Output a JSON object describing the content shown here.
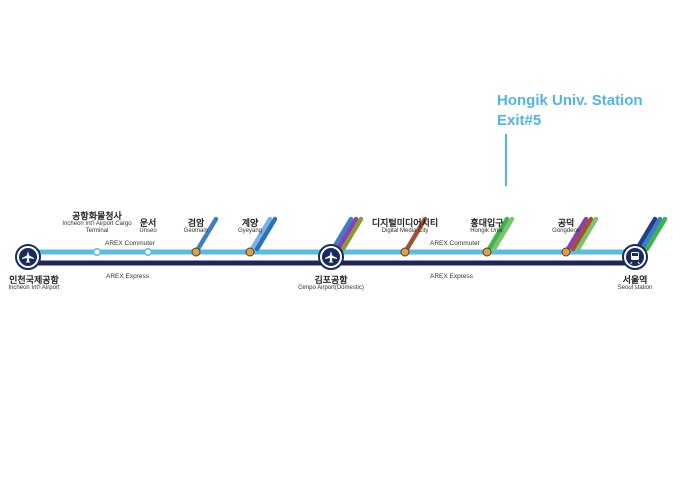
{
  "callout": {
    "title": "Hongik Univ. Station",
    "subtitle": "Exit#5",
    "color": "#4fb6e6"
  },
  "services": {
    "commuter": "AREX Commuter",
    "express": "AREX Express"
  },
  "colors": {
    "commuter_line": "#5bbbe8",
    "express_line": "#1f2559",
    "terminal": "#1b2a5e"
  },
  "stations": [
    {
      "id": "incheon",
      "ko": "인천국제공항",
      "en": "Incheon Int'l Airport",
      "icon": "airplane-icon",
      "terminal": true,
      "label_pos": "below",
      "transfers": []
    },
    {
      "id": "cargo",
      "ko": "공항화물청사",
      "en": "Incheon Int'l Airport Cargo Terminal",
      "label_pos": "above",
      "transfers": []
    },
    {
      "id": "unseo",
      "ko": "운서",
      "en": "Unseo",
      "label_pos": "above",
      "transfers": []
    },
    {
      "id": "geomam",
      "ko": "검암",
      "en": "Geomam",
      "label_pos": "above",
      "transfers": [
        {
          "color": "#3c7fc4"
        }
      ]
    },
    {
      "id": "gyeyang",
      "ko": "계양",
      "en": "Gyeyang",
      "label_pos": "above",
      "transfers": [
        {
          "color": "#7ab3e6"
        },
        {
          "color": "#2d6fb8"
        }
      ]
    },
    {
      "id": "gimpo",
      "ko": "김포공항",
      "en": "Gimpo Airport(Domestic)",
      "icon": "airplane-icon",
      "terminal": true,
      "label_pos": "below",
      "transfers": [
        {
          "color": "#3c7fc4"
        },
        {
          "color": "#8a3fb5"
        },
        {
          "color": "#8a9a2b"
        }
      ]
    },
    {
      "id": "dmc",
      "ko": "디지털미디어시티",
      "en": "Digital Media City",
      "label_pos": "above",
      "transfers": [
        {
          "color": "#a0522d"
        }
      ]
    },
    {
      "id": "hongik",
      "ko": "홍대입구",
      "en": "Hongik Univ.",
      "label_pos": "above",
      "transfers": [
        {
          "color": "#3bb54a"
        },
        {
          "color": "#7cc46a"
        }
      ]
    },
    {
      "id": "gongdeok",
      "ko": "공덕",
      "en": "Gongdeok",
      "label_pos": "above",
      "transfers": [
        {
          "color": "#8a3fb5"
        },
        {
          "color": "#a0522d"
        },
        {
          "color": "#7cc46a"
        }
      ]
    },
    {
      "id": "seoul",
      "ko": "서울역",
      "en": "Seoul station",
      "icon": "train-icon",
      "terminal": true,
      "label_pos": "below",
      "transfers": [
        {
          "color": "#1e3f8f"
        },
        {
          "color": "#3c7fc4"
        },
        {
          "color": "#3bb54a"
        }
      ]
    }
  ]
}
